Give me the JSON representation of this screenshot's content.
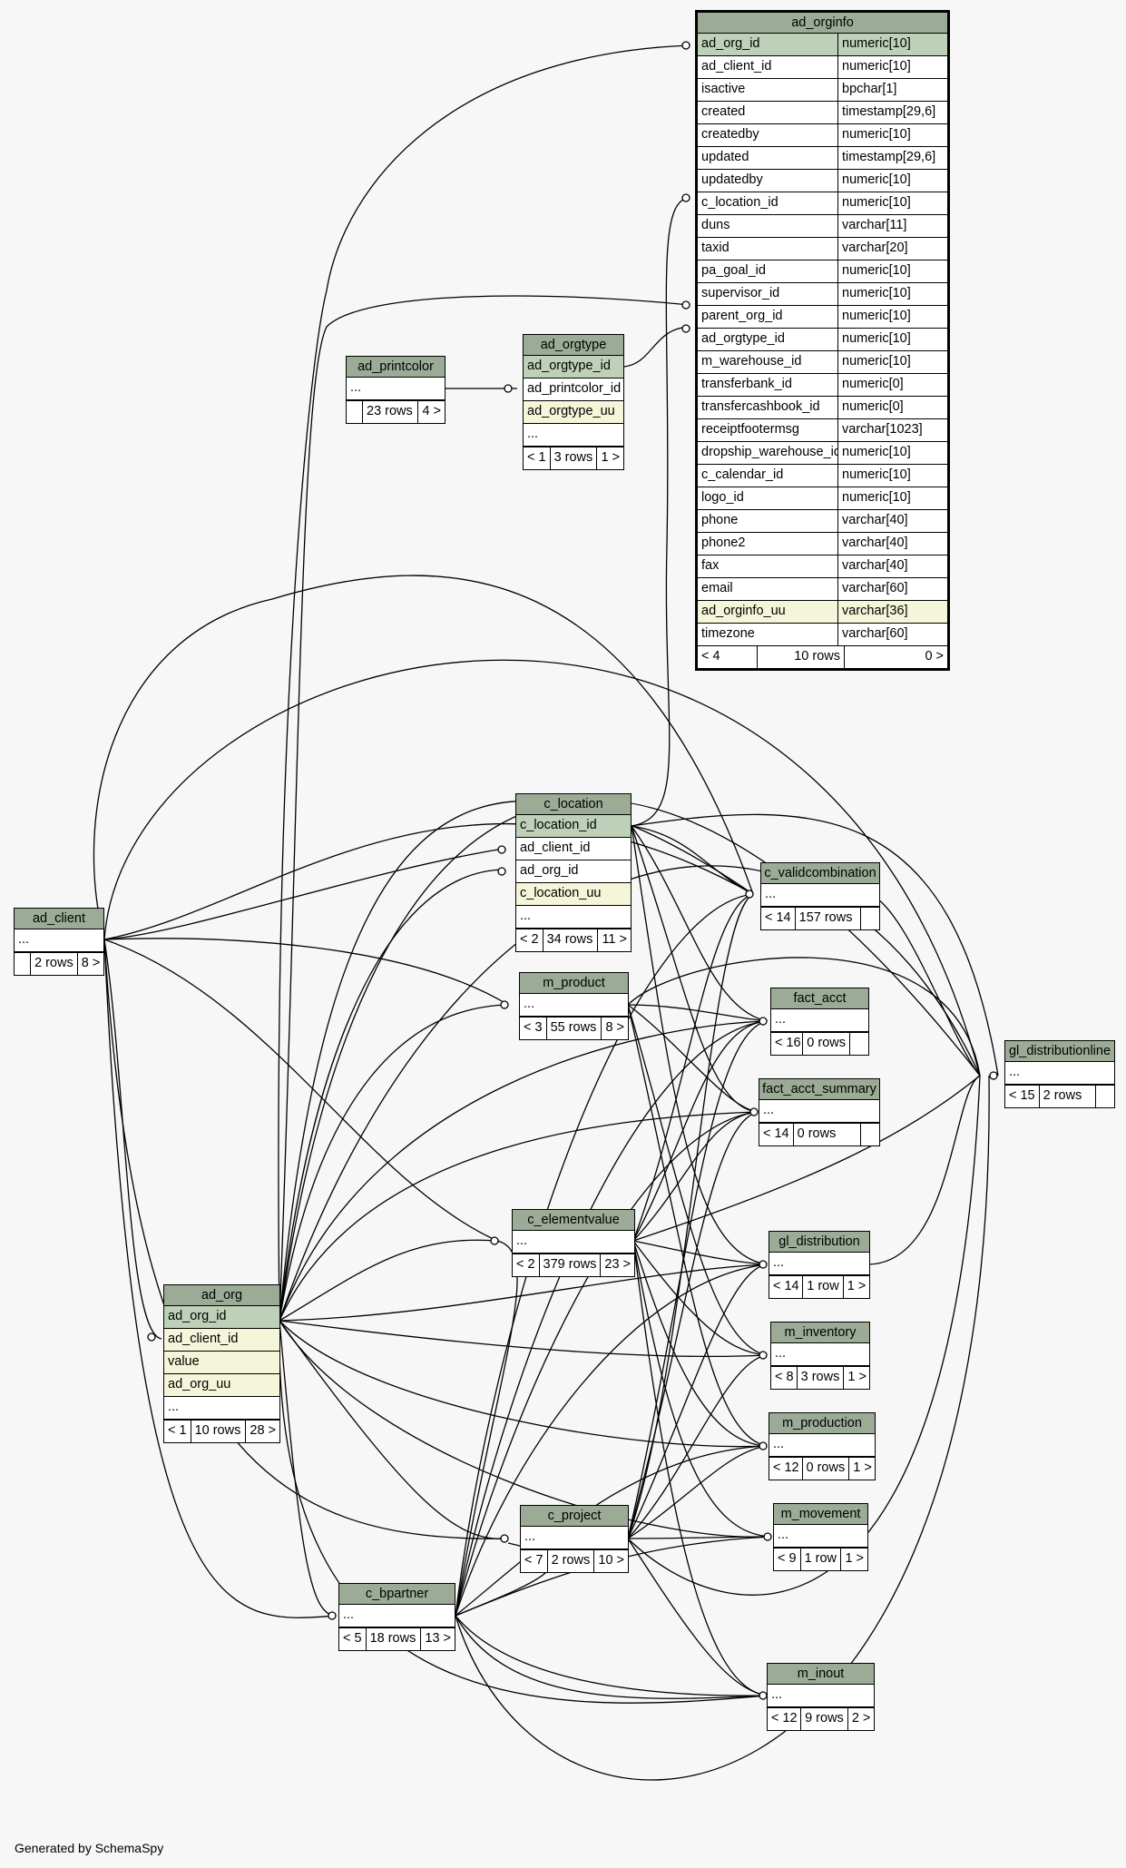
{
  "footer": "Generated by SchemaSpy",
  "colors": {
    "header": "#9bab96",
    "primary_key": "#bed1b8",
    "indexed": "#f5f5da",
    "background": "#f7f7f7"
  },
  "ad_orginfo": {
    "title": "ad_orginfo",
    "columns": [
      {
        "name": "ad_org_id",
        "type": "numeric[10]",
        "kind": "pk"
      },
      {
        "name": "ad_client_id",
        "type": "numeric[10]",
        "kind": "plain"
      },
      {
        "name": "isactive",
        "type": "bpchar[1]",
        "kind": "plain"
      },
      {
        "name": "created",
        "type": "timestamp[29,6]",
        "kind": "plain"
      },
      {
        "name": "createdby",
        "type": "numeric[10]",
        "kind": "plain"
      },
      {
        "name": "updated",
        "type": "timestamp[29,6]",
        "kind": "plain"
      },
      {
        "name": "updatedby",
        "type": "numeric[10]",
        "kind": "plain"
      },
      {
        "name": "c_location_id",
        "type": "numeric[10]",
        "kind": "plain"
      },
      {
        "name": "duns",
        "type": "varchar[11]",
        "kind": "plain"
      },
      {
        "name": "taxid",
        "type": "varchar[20]",
        "kind": "plain"
      },
      {
        "name": "pa_goal_id",
        "type": "numeric[10]",
        "kind": "plain"
      },
      {
        "name": "supervisor_id",
        "type": "numeric[10]",
        "kind": "plain"
      },
      {
        "name": "parent_org_id",
        "type": "numeric[10]",
        "kind": "plain"
      },
      {
        "name": "ad_orgtype_id",
        "type": "numeric[10]",
        "kind": "plain"
      },
      {
        "name": "m_warehouse_id",
        "type": "numeric[10]",
        "kind": "plain"
      },
      {
        "name": "transferbank_id",
        "type": "numeric[0]",
        "kind": "plain"
      },
      {
        "name": "transfercashbook_id",
        "type": "numeric[0]",
        "kind": "plain"
      },
      {
        "name": "receiptfootermsg",
        "type": "varchar[1023]",
        "kind": "plain"
      },
      {
        "name": "dropship_warehouse_id",
        "type": "numeric[10]",
        "kind": "plain"
      },
      {
        "name": "c_calendar_id",
        "type": "numeric[10]",
        "kind": "plain"
      },
      {
        "name": "logo_id",
        "type": "numeric[10]",
        "kind": "plain"
      },
      {
        "name": "phone",
        "type": "varchar[40]",
        "kind": "plain"
      },
      {
        "name": "phone2",
        "type": "varchar[40]",
        "kind": "plain"
      },
      {
        "name": "fax",
        "type": "varchar[40]",
        "kind": "plain"
      },
      {
        "name": "email",
        "type": "varchar[60]",
        "kind": "plain"
      },
      {
        "name": "ad_orginfo_uu",
        "type": "varchar[36]",
        "kind": "idx"
      },
      {
        "name": "timezone",
        "type": "varchar[60]",
        "kind": "plain"
      }
    ],
    "footer": [
      "< 4",
      "10 rows",
      "0 >"
    ]
  },
  "tables": [
    {
      "id": "ad_printcolor",
      "title": "ad_printcolor",
      "rows": [
        {
          "t": "...",
          "k": "plain"
        }
      ],
      "footer": [
        "",
        "23 rows",
        "4 >"
      ]
    },
    {
      "id": "ad_orgtype",
      "title": "ad_orgtype",
      "rows": [
        {
          "t": "ad_orgtype_id",
          "k": "pk"
        },
        {
          "t": "ad_printcolor_id",
          "k": "plain"
        },
        {
          "t": "ad_orgtype_uu",
          "k": "idx"
        },
        {
          "t": "...",
          "k": "plain"
        }
      ],
      "footer": [
        "< 1",
        "3 rows",
        "1 >"
      ]
    },
    {
      "id": "c_location",
      "title": "c_location",
      "rows": [
        {
          "t": "c_location_id",
          "k": "pk"
        },
        {
          "t": "ad_client_id",
          "k": "plain"
        },
        {
          "t": "ad_org_id",
          "k": "plain"
        },
        {
          "t": "c_location_uu",
          "k": "idx"
        },
        {
          "t": "...",
          "k": "plain"
        }
      ],
      "footer": [
        "< 2",
        "34 rows",
        "11 >"
      ]
    },
    {
      "id": "ad_client",
      "title": "ad_client",
      "rows": [
        {
          "t": "...",
          "k": "plain"
        }
      ],
      "footer": [
        "",
        "2 rows",
        "8 >"
      ]
    },
    {
      "id": "m_product",
      "title": "m_product",
      "rows": [
        {
          "t": "...",
          "k": "plain"
        }
      ],
      "footer": [
        "< 3",
        "55 rows",
        "8 >"
      ]
    },
    {
      "id": "c_validcombination",
      "title": "c_validcombination",
      "rows": [
        {
          "t": "...",
          "k": "plain"
        }
      ],
      "footer": [
        "< 14",
        "157 rows",
        ""
      ]
    },
    {
      "id": "fact_acct",
      "title": "fact_acct",
      "rows": [
        {
          "t": "...",
          "k": "plain"
        }
      ],
      "footer": [
        "< 16",
        "0 rows",
        ""
      ]
    },
    {
      "id": "fact_acct_summary",
      "title": "fact_acct_summary",
      "rows": [
        {
          "t": "...",
          "k": "plain"
        }
      ],
      "footer": [
        "< 14",
        "0 rows",
        ""
      ]
    },
    {
      "id": "gl_distributionline",
      "title": "gl_distributionline",
      "rows": [
        {
          "t": "...",
          "k": "plain"
        }
      ],
      "footer": [
        "< 15",
        "2 rows",
        ""
      ]
    },
    {
      "id": "c_elementvalue",
      "title": "c_elementvalue",
      "rows": [
        {
          "t": "...",
          "k": "plain"
        }
      ],
      "footer": [
        "< 2",
        "379 rows",
        "23 >"
      ]
    },
    {
      "id": "gl_distribution",
      "title": "gl_distribution",
      "rows": [
        {
          "t": "...",
          "k": "plain"
        }
      ],
      "footer": [
        "< 14",
        "1 row",
        "1 >"
      ]
    },
    {
      "id": "ad_org",
      "title": "ad_org",
      "rows": [
        {
          "t": "ad_org_id",
          "k": "pk"
        },
        {
          "t": "ad_client_id",
          "k": "idx"
        },
        {
          "t": "value",
          "k": "idx"
        },
        {
          "t": "ad_org_uu",
          "k": "idx"
        },
        {
          "t": "...",
          "k": "plain"
        }
      ],
      "footer": [
        "< 1",
        "10 rows",
        "28 >"
      ]
    },
    {
      "id": "m_inventory",
      "title": "m_inventory",
      "rows": [
        {
          "t": "...",
          "k": "plain"
        }
      ],
      "footer": [
        "< 8",
        "3 rows",
        "1 >"
      ]
    },
    {
      "id": "m_production",
      "title": "m_production",
      "rows": [
        {
          "t": "...",
          "k": "plain"
        }
      ],
      "footer": [
        "< 12",
        "0 rows",
        "1 >"
      ]
    },
    {
      "id": "c_project",
      "title": "c_project",
      "rows": [
        {
          "t": "...",
          "k": "plain"
        }
      ],
      "footer": [
        "< 7",
        "2 rows",
        "10 >"
      ]
    },
    {
      "id": "m_movement",
      "title": "m_movement",
      "rows": [
        {
          "t": "...",
          "k": "plain"
        }
      ],
      "footer": [
        "< 9",
        "1 row",
        "1 >"
      ]
    },
    {
      "id": "c_bpartner",
      "title": "c_bpartner",
      "rows": [
        {
          "t": "...",
          "k": "plain"
        }
      ],
      "footer": [
        "< 5",
        "18 rows",
        "13 >"
      ]
    },
    {
      "id": "m_inout",
      "title": "m_inout",
      "rows": [
        {
          "t": "...",
          "k": "plain"
        }
      ],
      "footer": [
        "< 12",
        "9 rows",
        "2 >"
      ]
    }
  ]
}
